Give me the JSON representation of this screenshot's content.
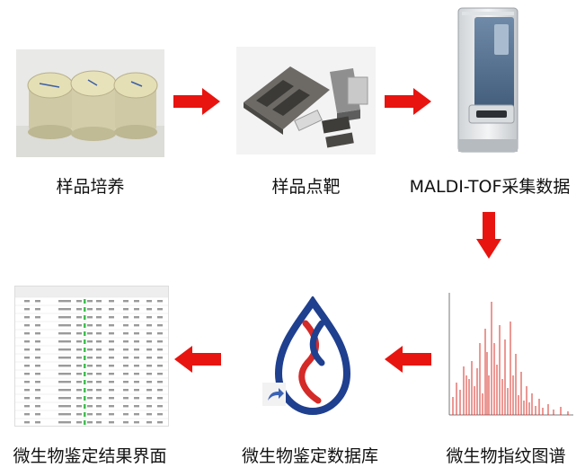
{
  "flow": {
    "steps": [
      {
        "id": "culture",
        "label": "样品培养"
      },
      {
        "id": "spotting",
        "label": "样品点靶"
      },
      {
        "id": "acquisition",
        "label": "MALDI-TOF采集数据"
      },
      {
        "id": "fingerprint",
        "label": "微生物指纹图谱"
      },
      {
        "id": "database",
        "label": "微生物鉴定数据库"
      },
      {
        "id": "result",
        "label": "微生物鉴定结果界面"
      }
    ]
  },
  "colors": {
    "arrow": "#e8140f",
    "spectrum": "#d8322a",
    "logo_blue": "#1f3f8f",
    "logo_red": "#d42a28"
  }
}
